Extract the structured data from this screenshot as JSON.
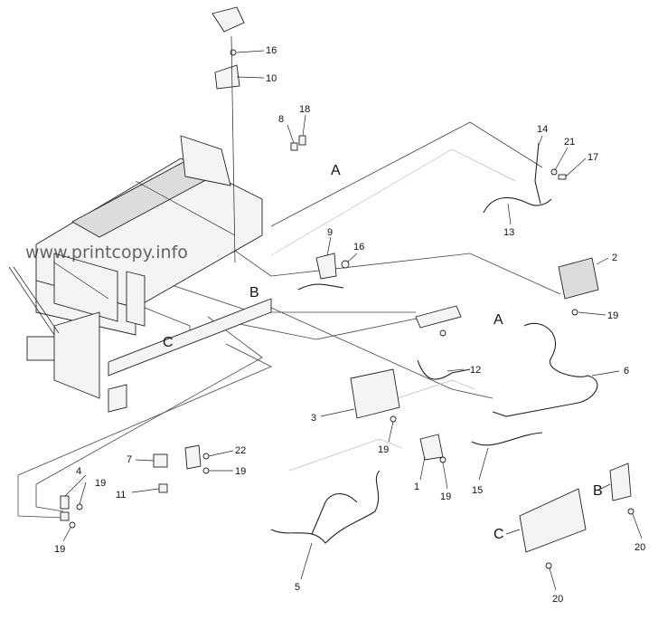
{
  "watermark": "www.printcopy.info",
  "callouts": {
    "c1": "1",
    "c2": "2",
    "c3": "3",
    "c4": "4",
    "c5": "5",
    "c6": "6",
    "c7": "7",
    "c8": "8",
    "c9": "9",
    "c10": "10",
    "c11": "11",
    "c12": "12",
    "c13": "13",
    "c14": "14",
    "c15": "15",
    "c16a": "16",
    "c16b": "16",
    "c17": "17",
    "c18": "18",
    "c19a": "19",
    "c19b": "19",
    "c19c": "19",
    "c19d": "19",
    "c19e": "19",
    "c19f": "19",
    "c20a": "20",
    "c20b": "20",
    "c21": "21",
    "c22": "22"
  },
  "refs": {
    "a1": "A",
    "a2": "A",
    "b1": "B",
    "b2": "B",
    "c1": "C",
    "c2": "C"
  }
}
